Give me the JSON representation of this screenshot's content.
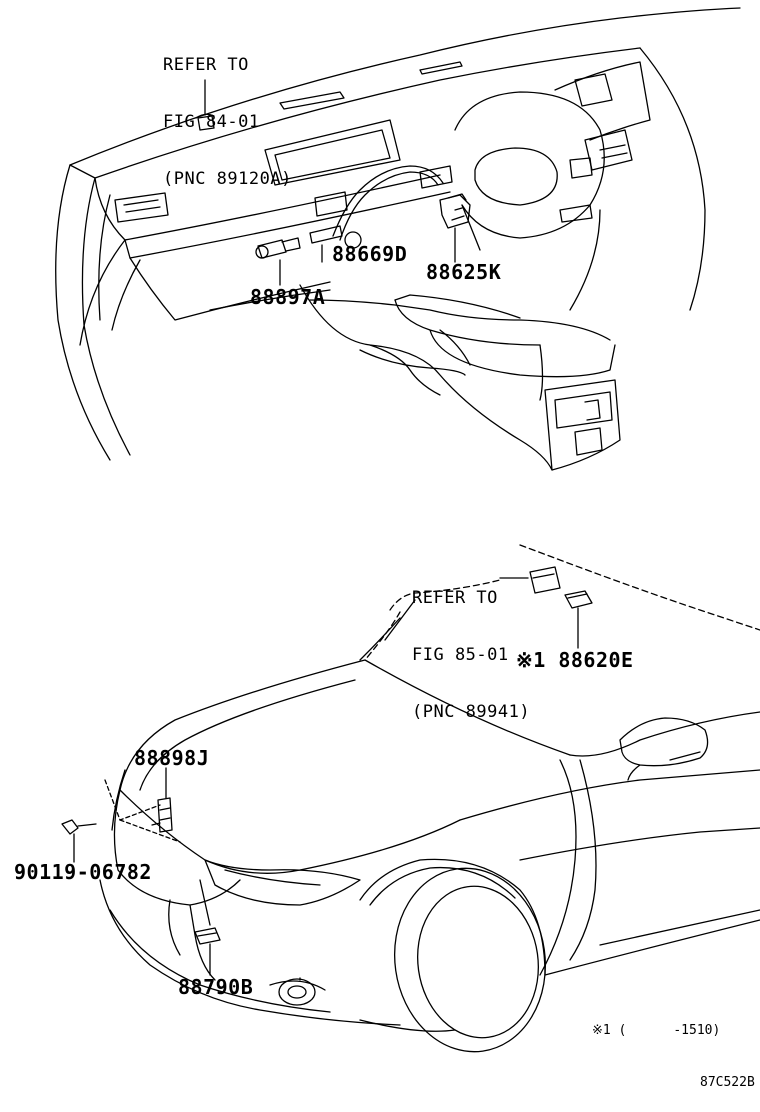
{
  "upper_view": {
    "refer_note": {
      "line1": "REFER TO",
      "line2": "FIG 84-01",
      "line3": "(PNC 89120A)"
    },
    "parts": {
      "p1": "88669D",
      "p2": "88625K",
      "p3": "88897A"
    }
  },
  "lower_view": {
    "refer_note": {
      "line1": "REFER TO",
      "line2": "FIG 85-01",
      "line3": "(PNC 89941)"
    },
    "parts": {
      "p1": "※1 88620E",
      "p2": "88898J",
      "p3": "90119-06782",
      "p4": "88790B"
    }
  },
  "footnote": "※1 (      -1510)",
  "figure_code": "87C522B"
}
